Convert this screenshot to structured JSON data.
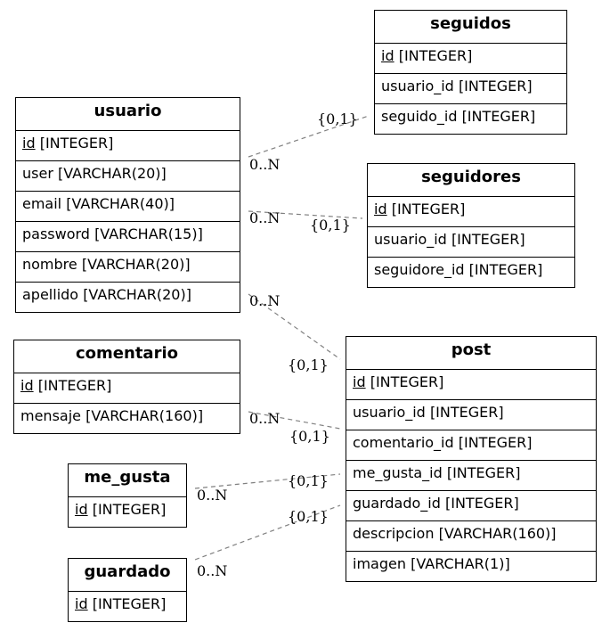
{
  "tables": {
    "seguidos": {
      "name": "seguidos",
      "columns": [
        {
          "name": "id",
          "type": "[INTEGER]",
          "pk": true
        },
        {
          "name": "usuario_id",
          "type": "[INTEGER]",
          "pk": false
        },
        {
          "name": "seguido_id",
          "type": "[INTEGER]",
          "pk": false
        }
      ]
    },
    "usuario": {
      "name": "usuario",
      "columns": [
        {
          "name": "id",
          "type": "[INTEGER]",
          "pk": true
        },
        {
          "name": "user",
          "type": "[VARCHAR(20)]",
          "pk": false
        },
        {
          "name": "email",
          "type": "[VARCHAR(40)]",
          "pk": false
        },
        {
          "name": "password",
          "type": "[VARCHAR(15)]",
          "pk": false
        },
        {
          "name": "nombre",
          "type": "[VARCHAR(20)]",
          "pk": false
        },
        {
          "name": "apellido",
          "type": "[VARCHAR(20)]",
          "pk": false
        }
      ]
    },
    "seguidores": {
      "name": "seguidores",
      "columns": [
        {
          "name": "id",
          "type": "[INTEGER]",
          "pk": true
        },
        {
          "name": "usuario_id",
          "type": "[INTEGER]",
          "pk": false
        },
        {
          "name": "seguidore_id",
          "type": "[INTEGER]",
          "pk": false
        }
      ]
    },
    "comentario": {
      "name": "comentario",
      "columns": [
        {
          "name": "id",
          "type": "[INTEGER]",
          "pk": true
        },
        {
          "name": "mensaje",
          "type": "[VARCHAR(160)]",
          "pk": false
        }
      ]
    },
    "post": {
      "name": "post",
      "columns": [
        {
          "name": "id",
          "type": "[INTEGER]",
          "pk": true
        },
        {
          "name": "usuario_id",
          "type": "[INTEGER]",
          "pk": false
        },
        {
          "name": "comentario_id",
          "type": "[INTEGER]",
          "pk": false
        },
        {
          "name": "me_gusta_id",
          "type": "[INTEGER]",
          "pk": false
        },
        {
          "name": "guardado_id",
          "type": "[INTEGER]",
          "pk": false
        },
        {
          "name": "descripcion",
          "type": "[VARCHAR(160)]",
          "pk": false
        },
        {
          "name": "imagen",
          "type": "[VARCHAR(1)]",
          "pk": false
        }
      ]
    },
    "me_gusta": {
      "name": "me_gusta",
      "columns": [
        {
          "name": "id",
          "type": "[INTEGER]",
          "pk": true
        }
      ]
    },
    "guardado": {
      "name": "guardado",
      "columns": [
        {
          "name": "id",
          "type": "[INTEGER]",
          "pk": true
        }
      ]
    }
  },
  "relations": [
    {
      "from": "usuario",
      "to": "seguidos",
      "from_card": "0..N",
      "to_card": "{0,1}"
    },
    {
      "from": "usuario",
      "to": "seguidores",
      "from_card": "0..N",
      "to_card": "{0,1}"
    },
    {
      "from": "usuario",
      "to": "post",
      "from_card": "0..N",
      "to_card": "{0,1}"
    },
    {
      "from": "comentario",
      "to": "post",
      "from_card": "0..N",
      "to_card": "{0,1}"
    },
    {
      "from": "me_gusta",
      "to": "post",
      "from_card": "0..N",
      "to_card": "{0,1}"
    },
    {
      "from": "guardado",
      "to": "post",
      "from_card": "0..N",
      "to_card": "{0,1}"
    }
  ]
}
